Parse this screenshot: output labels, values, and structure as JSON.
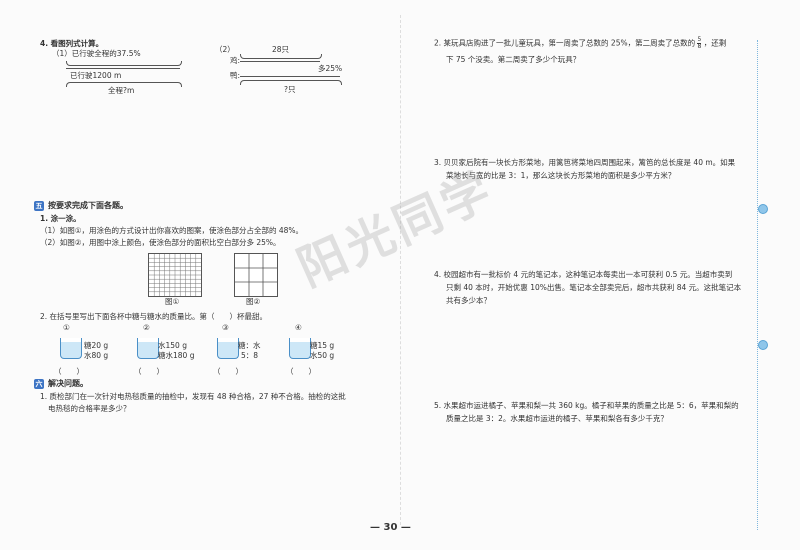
{
  "left": {
    "q4_title": "4. 看图列式计算。",
    "q4_1_label": "（1）已行驶全程的37.5%",
    "q4_1_bottom": "已行驶1200 m",
    "q4_1_total": "全程?m",
    "q4_2_label": "（2）",
    "q4_2_top": "28只",
    "q4_2_chicken": "鸡:",
    "q4_2_duck": "鸭:",
    "q4_2_more": "多25%",
    "q4_2_q": "?只",
    "sec5_badge": "五",
    "sec5_title": "按要求完成下面各题。",
    "q1_title": "1. 涂一涂。",
    "q1_1": "（1）如图①，用涂色的方式设计出你喜欢的图案，使涂色部分占全部的 48%。",
    "q1_2": "（2）如图②，用图中涂上颜色，使涂色部分的面积比空白部分多 25%。",
    "fig1": "图①",
    "fig2": "图②",
    "q2_title": "2. 在括号里写出下面各杯中糖与糖水的质量比。第（　　）杯最甜。",
    "cups": [
      {
        "n": "①",
        "a": "糖20 g",
        "b": "水80 g"
      },
      {
        "n": "②",
        "a": "水150 g",
        "b": "糖水180 g"
      },
      {
        "n": "③",
        "a": "糖：水",
        "b": "5：8"
      },
      {
        "n": "④",
        "a": "糖15 g",
        "b": "水50 g"
      }
    ],
    "paren": "（　　）",
    "sec6_badge": "六",
    "sec6_title": "解决问题。",
    "p1_l1": "1. 质检部门在一次针对电热毯质量的抽检中，发现有 48 种合格，27 种不合格。抽检的这批",
    "p1_l2": "电热毯的合格率是多少？"
  },
  "right": {
    "p2_l1": "2. 某玩具店购进了一批儿童玩具，第一周卖了总数的 25%，第二周卖了总数的",
    "p2_frac_num": "5",
    "p2_frac_den": "8",
    "p2_l1b": "，还剩",
    "p2_l2": "下 75 个没卖。第二周卖了多少个玩具？",
    "p3_l1": "3. 贝贝家后院有一块长方形菜地，用篱笆将菜地四周围起来，篱笆的总长度是 40 m。如果",
    "p3_l2": "菜地长与宽的比是 3：1，那么这块长方形菜地的面积是多少平方米？",
    "p4_l1": "4. 校园超市有一批标价 4 元的笔记本，这种笔记本每卖出一本可获利 0.5 元。当超市卖到",
    "p4_l2": "只剩 40 本时，开始优惠 10%出售。笔记本全部卖完后，超市共获利 84 元。这批笔记本",
    "p4_l3": "共有多少本？",
    "p5_l1": "5. 水果超市运进橘子、苹果和梨一共 360 kg。橘子和苹果的质量之比是 5：6，苹果和梨的",
    "p5_l2": "质量之比是 3：2。水果超市运进的橘子、苹果和梨各有多少千克？"
  },
  "watermark": "阳光同学",
  "page_number": "— 30 —"
}
